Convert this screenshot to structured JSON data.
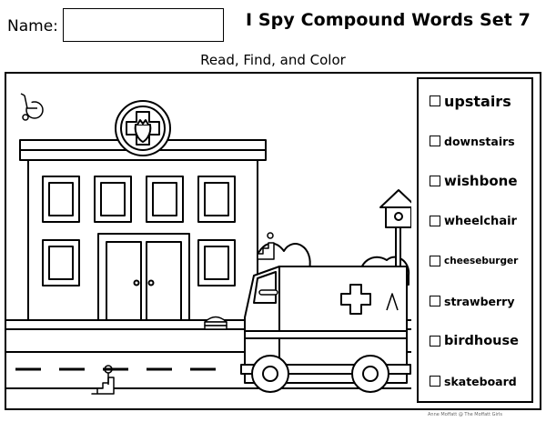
{
  "header": {
    "name_label": "Name:",
    "title": "I Spy Compound Words Set 7",
    "subtitle": "Read, Find, and Color"
  },
  "words": [
    {
      "label": "upstairs",
      "checked": false
    },
    {
      "label": "downstairs",
      "checked": false
    },
    {
      "label": "wishbone",
      "checked": false
    },
    {
      "label": "wheelchair",
      "checked": false
    },
    {
      "label": "cheeseburger",
      "checked": false
    },
    {
      "label": "strawberry",
      "checked": false
    },
    {
      "label": "birdhouse",
      "checked": false
    },
    {
      "label": "skateboard",
      "checked": false
    }
  ],
  "footer": {
    "credit": "Anne Moffatt @ The Moffatt Girls"
  }
}
